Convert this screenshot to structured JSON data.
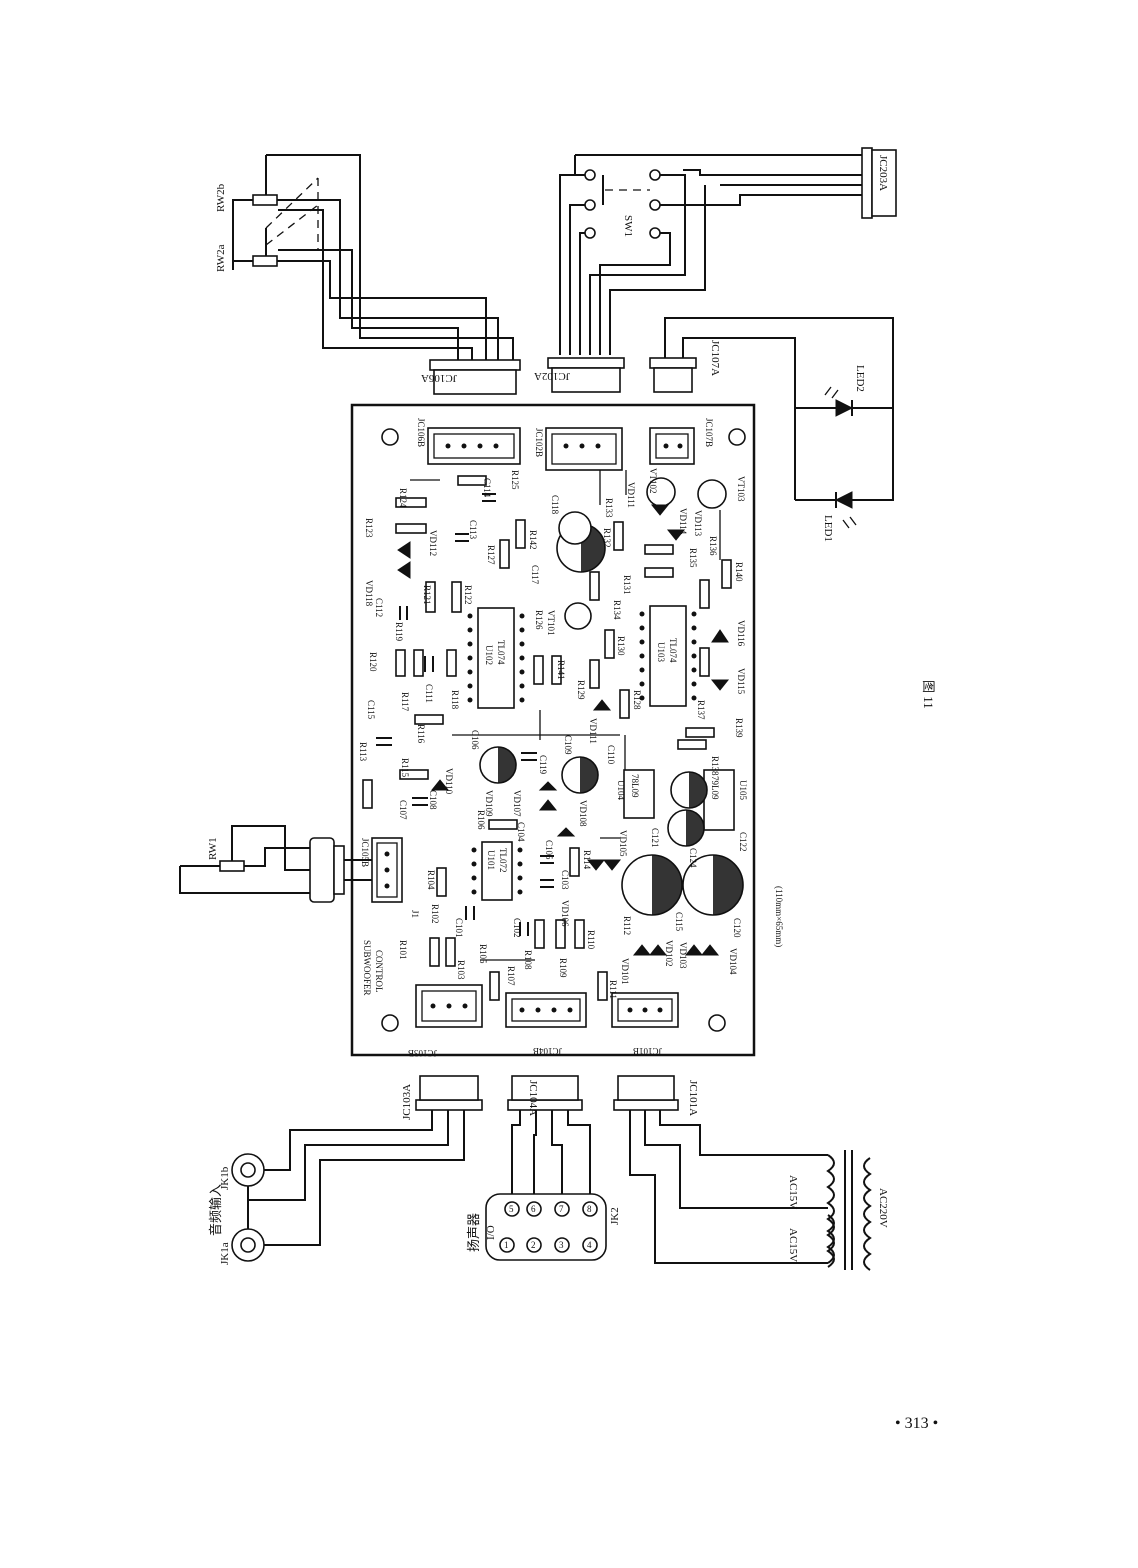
{
  "figure": {
    "caption": "图 11",
    "board_size": "(110mm×65mm)",
    "page_number": "• 313 •"
  },
  "board_labels": {
    "subwoofer_control": [
      "SUBWOOFER",
      "CONTROL"
    ],
    "connectors": [
      "JC106B",
      "JC102B",
      "JC107B",
      "JC105B",
      "JC103B",
      "JC104B",
      "JC101B"
    ],
    "ics": [
      {
        "ref": "U102",
        "type": "TL074"
      },
      {
        "ref": "U103",
        "type": "TL074"
      },
      {
        "ref": "U101",
        "type": "TL072"
      }
    ],
    "regulators": [
      {
        "ref": "U104",
        "type": "78L09"
      },
      {
        "ref": "U105",
        "type": "79L09"
      }
    ],
    "resistors": [
      "R101",
      "R102",
      "R103",
      "R104",
      "R105",
      "R106",
      "R107",
      "R108",
      "R109",
      "R110",
      "R111",
      "R112",
      "R113",
      "R114",
      "R115",
      "R116",
      "R117",
      "R118",
      "R119",
      "R120",
      "R121",
      "R122",
      "R123",
      "R124",
      "R125",
      "R126",
      "R127",
      "R128",
      "R129",
      "R130",
      "R131",
      "R132",
      "R133",
      "R134",
      "R135",
      "R136",
      "R137",
      "R138",
      "R139",
      "R140",
      "R141",
      "R142"
    ],
    "capacitors": [
      "C101",
      "C102",
      "C103",
      "C104",
      "C105",
      "C106",
      "C107",
      "C108",
      "C109",
      "C110",
      "C111",
      "C112",
      "C113",
      "C114",
      "C115",
      "C117",
      "C118",
      "C119",
      "C120",
      "C121",
      "C122",
      "C124"
    ],
    "diodes": [
      "VD101",
      "VD102",
      "VD103",
      "VD104",
      "VD105",
      "VD106",
      "VD107",
      "VD108",
      "VD109",
      "VD110",
      "VD111",
      "VD112",
      "VD113",
      "VD114",
      "VD115",
      "VD116",
      "VD118"
    ],
    "transistors": [
      "VT101",
      "VT102",
      "VT103"
    ],
    "jumper": "J1"
  },
  "external": {
    "pots": [
      "RW2b",
      "RW2a",
      "RW1"
    ],
    "switch": "SW1",
    "connectors_top": [
      "JC106A",
      "JC102A",
      "JC107A",
      "JC203A"
    ],
    "connectors_bottom": [
      "JC103A",
      "JC104A",
      "JC101A"
    ],
    "leds": [
      "LED1",
      "LED2"
    ],
    "jacks": [
      "JK1a",
      "JK1b",
      "JK2"
    ],
    "audio_input_label": "音频输入",
    "speaker_io_label": [
      "扬声器",
      "I/O"
    ],
    "jk2_pins": [
      "1",
      "2",
      "3",
      "4",
      "5",
      "6",
      "7",
      "8"
    ],
    "transformer": {
      "primary": "AC220V",
      "secondary": [
        "AC15V",
        "AC15V"
      ]
    }
  }
}
